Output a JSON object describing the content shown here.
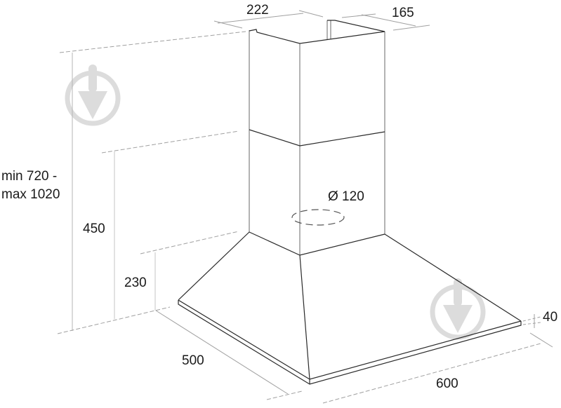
{
  "diagram": {
    "type": "technical-drawing",
    "subject": "pyramid chimney cooker hood, isometric with dimensions",
    "dimensions": {
      "chimney_width": "222",
      "chimney_depth": "165",
      "total_height": "min 720 -\nmax 1020",
      "total_height_line1": "min 720 -",
      "total_height_line2": "max 1020",
      "lower_section_height": "450",
      "hood_height": "230",
      "hood_depth": "500",
      "hood_width": "600",
      "base_thickness": "40",
      "outlet_diameter": "Ø 120"
    },
    "colors": {
      "outline": "#2a2a2a",
      "chimney_edge": "#8a8a8a",
      "dimension_line": "#9a9a9a",
      "watermark": "#d9d9d9",
      "text": "#1a1a1a"
    }
  }
}
